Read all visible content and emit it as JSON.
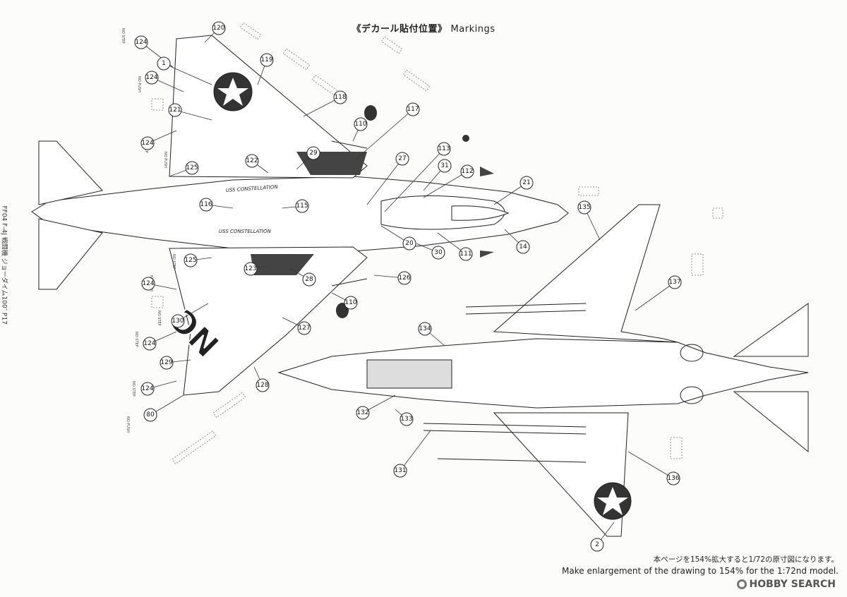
{
  "title": {
    "jp": "《デカール貼付位置》",
    "en": "Markings"
  },
  "side_text": "FF04 F-4J 戦闘機 ジョーダイム100″ P17",
  "notes": {
    "jp": "本ページを154%拡大すると1/72の原寸図になります。",
    "en": "Make enlargement of the drawing to 154% for the 1:72nd model."
  },
  "fuselage_text": {
    "top": "USS CONSTELLATION",
    "lower": "USS CONSTELLATION"
  },
  "wing_code": "NC",
  "stencils": [
    "NO STEP",
    "NO PUSH",
    "NO STEP",
    "NO PUSH",
    "NO STEP",
    "NO PUSH",
    "NO STEP",
    "NO STEP",
    "NO STEP",
    "NO PUSH"
  ],
  "callouts": [
    "120",
    "124",
    "1",
    "124",
    "119",
    "118",
    "121",
    "124",
    "117",
    "110",
    "29",
    "122",
    "125",
    "27",
    "113",
    "31",
    "112",
    "21",
    "116",
    "115",
    "135",
    "14",
    "30",
    "111",
    "20",
    "125",
    "123",
    "28",
    "126",
    "124",
    "110",
    "137",
    "130",
    "127",
    "134",
    "124",
    "129",
    "124",
    "80",
    "128",
    "132",
    "133",
    "131",
    "136",
    "2"
  ],
  "watermark": "HOBBY SEARCH"
}
